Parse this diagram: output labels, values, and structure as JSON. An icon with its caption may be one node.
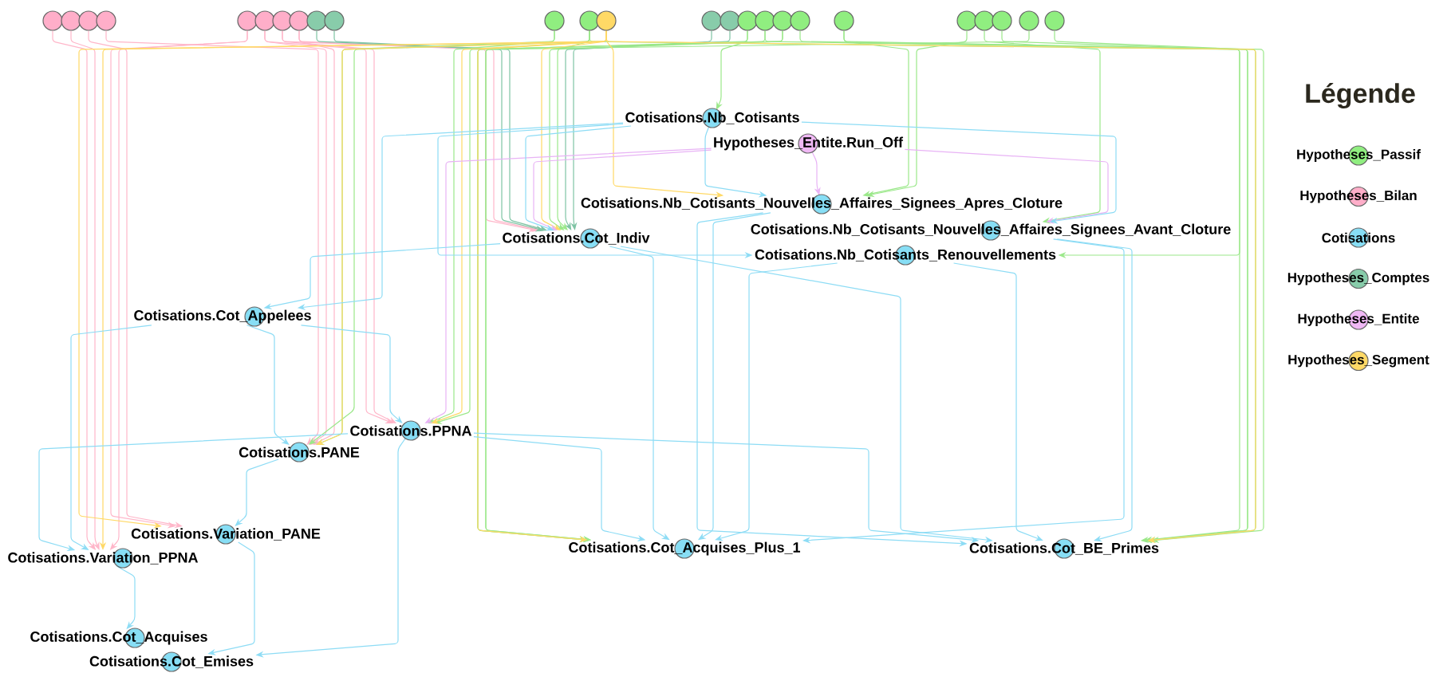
{
  "diagram": {
    "nodes": [
      {
        "text": [],
        "shape": "circle"
      },
      {
        "text": [],
        "shape": "circle"
      },
      {
        "text": [],
        "shape": "circle"
      },
      {
        "text": [],
        "shape": "circle"
      },
      {
        "text": [],
        "shape": "circle"
      },
      {
        "text": [],
        "shape": "circle"
      },
      {
        "text": [],
        "shape": "circle"
      },
      {
        "text": [],
        "shape": "circle"
      },
      {
        "text": [],
        "shape": "circle"
      },
      {
        "text": [],
        "shape": "circle"
      },
      {
        "text": [],
        "shape": "circle"
      },
      {
        "text": [],
        "shape": "circle"
      },
      {
        "text": [],
        "shape": "circle"
      },
      {
        "text": [],
        "shape": "circle"
      },
      {
        "text": [],
        "shape": "circle"
      },
      {
        "text": [],
        "shape": "circle"
      },
      {
        "text": [],
        "shape": "circle"
      },
      {
        "text": [],
        "shape": "circle"
      },
      {
        "text": [],
        "shape": "circle"
      },
      {
        "text": [],
        "shape": "circle"
      },
      {
        "text": [],
        "shape": "circle"
      },
      {
        "text": [],
        "shape": "circle"
      },
      {
        "text": [],
        "shape": "circle"
      },
      {
        "text": [],
        "shape": "circle"
      },
      {
        "text": [],
        "shape": "circle"
      },
      {
        "text": [
          "Cotisations.Nb_Cotisants"
        ]
      },
      {
        "text": [
          "Hypotheses_Entite.Run_Off"
        ]
      },
      {
        "text": [
          "Cotisations.Nb_Cotisants_Nouvelles_Affaires_Signees_Apres_Cloture"
        ]
      },
      {
        "text": [
          "Cotisations.Cot_Indiv"
        ]
      },
      {
        "text": [
          "Cotisations.Nb_Cotisants_Nouvelles_Affaires_Signees_Avant_Cloture"
        ]
      },
      {
        "text": [
          "Cotisations.Nb_Cotisants_Renouvellements"
        ]
      },
      {
        "text": [
          "Cotisations.Cot_Appelees"
        ]
      },
      {
        "text": [
          "Cotisations.PPNA"
        ]
      },
      {
        "text": [
          "Cotisations.PANE"
        ]
      },
      {
        "text": [
          "Cotisations.Variation_PANE"
        ]
      },
      {
        "text": [
          "Cotisations.Variation_PPNA"
        ]
      },
      {
        "text": [
          "Cotisations.Cot_Acquises_Plus_1"
        ]
      },
      {
        "text": [
          "Cotisations.Cot_BE_Primes"
        ]
      },
      {
        "text": [
          "Cotisations.Cot_Acquises"
        ]
      },
      {
        "text": [
          "Cotisations.Cot_Emises"
        ]
      }
    ],
    "edges": [
      {
        "from": 0,
        "to": 35,
        "arrow": "to",
        "color": "#ffb6c9"
      },
      {
        "from": 1,
        "to": 35,
        "arrow": "to",
        "color": "#ffb6c9"
      },
      {
        "from": 2,
        "to": 34,
        "arrow": "to",
        "color": "#ffb6c9"
      },
      {
        "from": 3,
        "to": 33,
        "arrow": "to",
        "color": "#ffb6c9"
      },
      {
        "from": 4,
        "to": 35,
        "arrow": "to",
        "color": "#ffb6c9"
      },
      {
        "from": 5,
        "to": 33,
        "arrow": "to",
        "color": "#ffb6c9"
      },
      {
        "from": 6,
        "to": 32,
        "arrow": "to",
        "color": "#ffb6c9"
      },
      {
        "from": 7,
        "to": 28,
        "arrow": "to",
        "color": "#ffb6c9"
      },
      {
        "from": 4,
        "to": 34,
        "arrow": "to",
        "color": "#ffb6c9"
      },
      {
        "from": 5,
        "to": 32,
        "arrow": "to",
        "color": "#ffb6c9"
      },
      {
        "from": 6,
        "to": 28,
        "arrow": "to",
        "color": "#ffb6c9"
      },
      {
        "from": 7,
        "to": 33,
        "arrow": "to",
        "color": "#ffb6c9"
      },
      {
        "from": 8,
        "to": 28,
        "arrow": "to",
        "color": "#7fc4a4"
      },
      {
        "from": 9,
        "to": 28,
        "arrow": "to",
        "color": "#7fc4a4"
      },
      {
        "from": 13,
        "to": 28,
        "arrow": "to",
        "color": "#7fc4a4"
      },
      {
        "from": 14,
        "to": 28,
        "arrow": "to",
        "color": "#7fc4a4"
      },
      {
        "from": 10,
        "to": 33,
        "arrow": "to",
        "color": "#9be88a"
      },
      {
        "from": 10,
        "to": 32,
        "arrow": "to",
        "color": "#9be88a"
      },
      {
        "from": 11,
        "to": 33,
        "arrow": "to",
        "color": "#9be88a"
      },
      {
        "from": 11,
        "to": 28,
        "arrow": "to",
        "color": "#9be88a"
      },
      {
        "from": 11,
        "to": 36,
        "arrow": "to",
        "color": "#9be88a"
      },
      {
        "from": 11,
        "to": 37,
        "arrow": "to",
        "color": "#9be88a"
      },
      {
        "from": 15,
        "to": 25,
        "arrow": "to",
        "color": "#9be88a"
      },
      {
        "from": 15,
        "to": 36,
        "arrow": "to",
        "color": "#9be88a"
      },
      {
        "from": 16,
        "to": 28,
        "arrow": "to",
        "color": "#9be88a"
      },
      {
        "from": 16,
        "to": 37,
        "arrow": "to",
        "color": "#9be88a"
      },
      {
        "from": 17,
        "to": 36,
        "arrow": "to",
        "color": "#9be88a"
      },
      {
        "from": 17,
        "to": 32,
        "arrow": "to",
        "color": "#9be88a"
      },
      {
        "from": 18,
        "to": 37,
        "arrow": "to",
        "color": "#9be88a"
      },
      {
        "from": 19,
        "to": 27,
        "arrow": "to",
        "color": "#9be88a"
      },
      {
        "from": 19,
        "to": 37,
        "arrow": "to",
        "color": "#9be88a"
      },
      {
        "from": 20,
        "to": 27,
        "arrow": "to",
        "color": "#9be88a"
      },
      {
        "from": 21,
        "to": 29,
        "arrow": "to",
        "color": "#9be88a"
      },
      {
        "from": 22,
        "to": 30,
        "arrow": "to",
        "color": "#9be88a"
      },
      {
        "from": 23,
        "to": 36,
        "arrow": "to",
        "color": "#9be88a"
      },
      {
        "from": 24,
        "to": 37,
        "arrow": "to",
        "color": "#9be88a"
      },
      {
        "from": 12,
        "to": 35,
        "arrow": "to",
        "color": "#ffd966"
      },
      {
        "from": 12,
        "to": 34,
        "arrow": "to",
        "color": "#ffd966"
      },
      {
        "from": 12,
        "to": 33,
        "arrow": "to",
        "color": "#ffd966"
      },
      {
        "from": 12,
        "to": 32,
        "arrow": "to",
        "color": "#ffd966"
      },
      {
        "from": 12,
        "to": 28,
        "arrow": "to",
        "color": "#ffd966"
      },
      {
        "from": 12,
        "to": 27,
        "arrow": "to",
        "color": "#ffd966"
      },
      {
        "from": 12,
        "to": 36,
        "arrow": "to",
        "color": "#ffd966"
      },
      {
        "from": 12,
        "to": 37,
        "arrow": "to",
        "color": "#ffd966"
      },
      {
        "from": 26,
        "to": 32,
        "arrow": "to",
        "color": "#e8b3f5"
      },
      {
        "from": 26,
        "to": 27,
        "arrow": "to",
        "color": "#e8b3f5"
      },
      {
        "from": 26,
        "to": 29,
        "arrow": "to",
        "color": "#e8b3f5"
      },
      {
        "from": 26,
        "to": 28,
        "arrow": "to",
        "color": "#e8b3f5"
      },
      {
        "from": 25,
        "to": 28,
        "arrow": "to"
      },
      {
        "from": 25,
        "to": 27,
        "arrow": "to"
      },
      {
        "from": 25,
        "to": 29,
        "arrow": "to"
      },
      {
        "from": 25,
        "to": 30,
        "arrow": "to"
      },
      {
        "from": 25,
        "to": 31,
        "arrow": "to"
      },
      {
        "from": 28,
        "to": 31,
        "arrow": "to"
      },
      {
        "from": 28,
        "to": 36,
        "arrow": "to"
      },
      {
        "from": 28,
        "to": 37,
        "arrow": "to"
      },
      {
        "from": 27,
        "to": 36,
        "arrow": "to"
      },
      {
        "from": 27,
        "to": 37,
        "arrow": "to"
      },
      {
        "from": 29,
        "to": 36,
        "arrow": "to"
      },
      {
        "from": 29,
        "to": 37,
        "arrow": "to"
      },
      {
        "from": 30,
        "to": 36,
        "arrow": "to"
      },
      {
        "from": 30,
        "to": 37,
        "arrow": "to"
      },
      {
        "from": 31,
        "to": 33,
        "arrow": "to"
      },
      {
        "from": 31,
        "to": 32,
        "arrow": "to"
      },
      {
        "from": 31,
        "to": 35,
        "arrow": "to"
      },
      {
        "from": 32,
        "to": 35,
        "arrow": "to"
      },
      {
        "from": 32,
        "to": 36,
        "arrow": "to"
      },
      {
        "from": 32,
        "to": 37,
        "arrow": "to"
      },
      {
        "from": 32,
        "to": 39,
        "arrow": "to"
      },
      {
        "from": 33,
        "to": 34,
        "arrow": "to"
      },
      {
        "from": 34,
        "to": 39,
        "arrow": "to"
      },
      {
        "from": 35,
        "to": 38,
        "arrow": "to"
      }
    ],
    "labels": [
      "Légende"
    ],
    "legend": [
      {
        "text": "Hypotheses_Passif",
        "color": "#90ee80"
      },
      {
        "text": "Hypotheses_Bilan",
        "color": "#ffaec9"
      },
      {
        "text": "Cotisations",
        "color": "#87def5"
      },
      {
        "text": "Hypotheses_Comptes",
        "color": "#88ccaa"
      },
      {
        "text": "Hypotheses_Entite",
        "color": "#f0b8f5"
      },
      {
        "text": "Hypotheses_Segment",
        "color": "#ffd966"
      }
    ]
  }
}
